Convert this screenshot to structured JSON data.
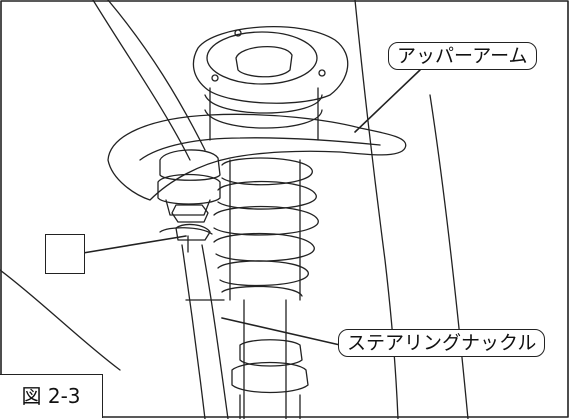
{
  "labels": {
    "upper_arm": "アッパーアーム",
    "steering_knuckle": "ステアリングナックル",
    "blank_marker": ""
  },
  "figure": {
    "caption": "図 2-3"
  },
  "colors": {
    "line": "#222222",
    "background": "#ffffff"
  }
}
